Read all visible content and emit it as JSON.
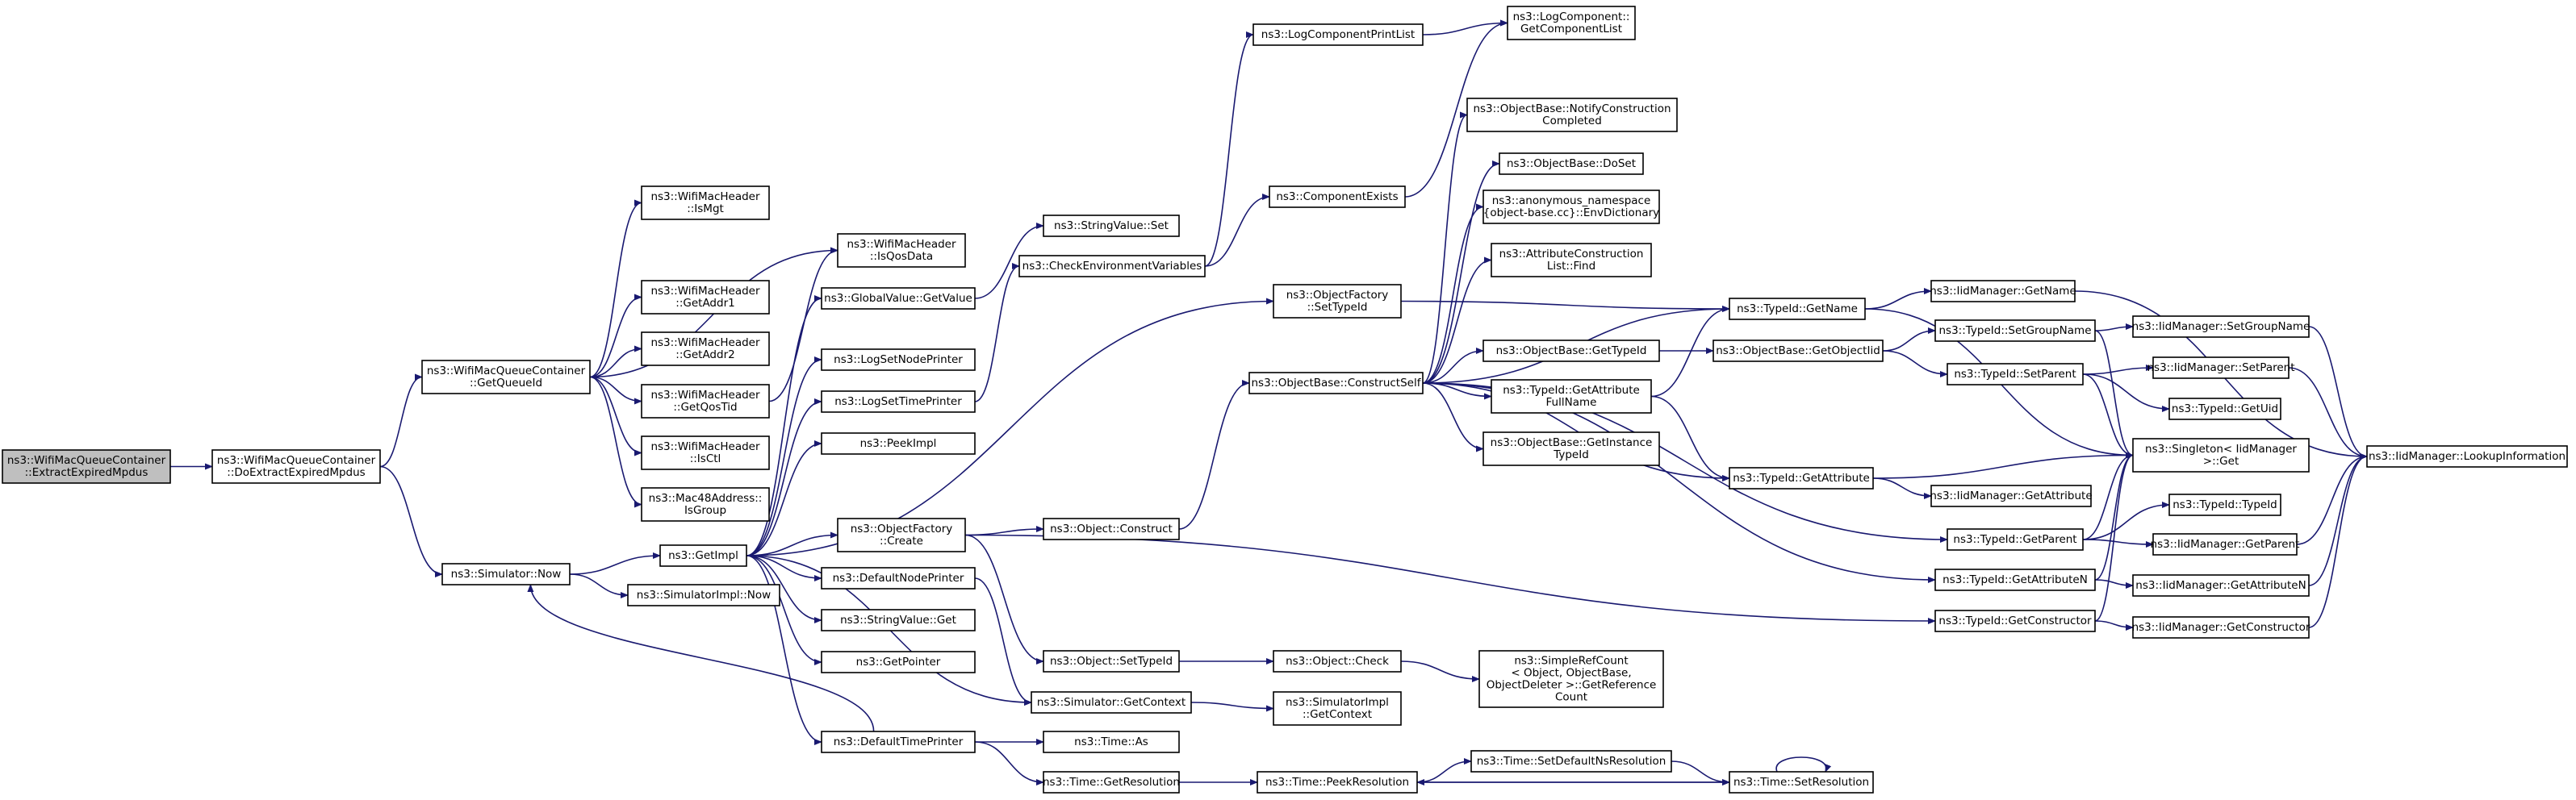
{
  "colors": {
    "edge": "#191970",
    "root_fill": "#bfbfbf",
    "node_fill": "#ffffff"
  },
  "nodes": [
    {
      "id": "n01",
      "lines": [
        "ns3::WifiMacQueueContainer",
        "::ExtractExpiredMpdus"
      ],
      "root": true
    },
    {
      "id": "n02",
      "lines": [
        "ns3::WifiMacQueueContainer",
        "::DoExtractExpiredMpdus"
      ]
    },
    {
      "id": "n03",
      "lines": [
        "ns3::WifiMacQueueContainer",
        "::GetQueueId"
      ]
    },
    {
      "id": "n04",
      "lines": [
        "ns3::Simulator::Now"
      ]
    },
    {
      "id": "n05",
      "lines": [
        "ns3::WifiMacHeader",
        "::IsMgt"
      ]
    },
    {
      "id": "n06",
      "lines": [
        "ns3::WifiMacHeader",
        "::IsQosData"
      ]
    },
    {
      "id": "n07",
      "lines": [
        "ns3::WifiMacHeader",
        "::GetAddr1"
      ]
    },
    {
      "id": "n08",
      "lines": [
        "ns3::WifiMacHeader",
        "::GetAddr2"
      ]
    },
    {
      "id": "n09",
      "lines": [
        "ns3::WifiMacHeader",
        "::GetQosTid"
      ]
    },
    {
      "id": "n10",
      "lines": [
        "ns3::WifiMacHeader",
        "::IsCtl"
      ]
    },
    {
      "id": "n11",
      "lines": [
        "ns3::Mac48Address::",
        "IsGroup"
      ]
    },
    {
      "id": "n12",
      "lines": [
        "ns3::GetImpl"
      ]
    },
    {
      "id": "n13",
      "lines": [
        "ns3::SimulatorImpl::Now"
      ]
    },
    {
      "id": "n14",
      "lines": [
        "ns3::GlobalValue::GetValue"
      ]
    },
    {
      "id": "n15",
      "lines": [
        "ns3::LogSetNodePrinter"
      ]
    },
    {
      "id": "n16",
      "lines": [
        "ns3::LogSetTimePrinter"
      ]
    },
    {
      "id": "n17",
      "lines": [
        "ns3::PeekImpl"
      ]
    },
    {
      "id": "n18",
      "lines": [
        "ns3::ObjectFactory",
        "::Create"
      ]
    },
    {
      "id": "n19",
      "lines": [
        "ns3::DefaultNodePrinter"
      ]
    },
    {
      "id": "n20",
      "lines": [
        "ns3::StringValue::Get"
      ]
    },
    {
      "id": "n21",
      "lines": [
        "ns3::GetPointer"
      ]
    },
    {
      "id": "n22",
      "lines": [
        "ns3::DefaultTimePrinter"
      ]
    },
    {
      "id": "n23",
      "lines": [
        "ns3::StringValue::Set"
      ]
    },
    {
      "id": "n24",
      "lines": [
        "ns3::CheckEnvironmentVariables"
      ]
    },
    {
      "id": "n25",
      "lines": [
        "ns3::Object::Construct"
      ]
    },
    {
      "id": "n26",
      "lines": [
        "ns3::Object::SetTypeId"
      ]
    },
    {
      "id": "n27",
      "lines": [
        "ns3::Simulator::GetContext"
      ]
    },
    {
      "id": "n28",
      "lines": [
        "ns3::Time::As"
      ]
    },
    {
      "id": "n29",
      "lines": [
        "ns3::Time::GetResolution"
      ]
    },
    {
      "id": "n30",
      "lines": [
        "ns3::LogComponentPrintList"
      ]
    },
    {
      "id": "n31",
      "lines": [
        "ns3::ComponentExists"
      ]
    },
    {
      "id": "n32",
      "lines": [
        "ns3::ObjectFactory",
        "::SetTypeId"
      ]
    },
    {
      "id": "n33",
      "lines": [
        "ns3::ObjectBase::ConstructSelf"
      ]
    },
    {
      "id": "n34",
      "lines": [
        "ns3::Object::Check"
      ]
    },
    {
      "id": "n35",
      "lines": [
        "ns3::SimulatorImpl",
        "::GetContext"
      ]
    },
    {
      "id": "n36",
      "lines": [
        "ns3::Time::PeekResolution"
      ]
    },
    {
      "id": "n37",
      "lines": [
        "ns3::LogComponent::",
        "GetComponentList"
      ]
    },
    {
      "id": "n38",
      "lines": [
        "ns3::ObjectBase::NotifyConstruction",
        "Completed"
      ]
    },
    {
      "id": "n39",
      "lines": [
        "ns3::ObjectBase::DoSet"
      ]
    },
    {
      "id": "n40",
      "lines": [
        "ns3::anonymous_namespace",
        "{object-base.cc}::EnvDictionary"
      ]
    },
    {
      "id": "n41",
      "lines": [
        "ns3::AttributeConstruction",
        "List::Find"
      ]
    },
    {
      "id": "n42",
      "lines": [
        "ns3::ObjectBase::GetTypeId"
      ]
    },
    {
      "id": "n43",
      "lines": [
        "ns3::TypeId::GetAttribute",
        "FullName"
      ]
    },
    {
      "id": "n44",
      "lines": [
        "ns3::ObjectBase::GetInstance",
        "TypeId"
      ]
    },
    {
      "id": "n45",
      "lines": [
        "ns3::SimpleRefCount",
        "< Object, ObjectBase,",
        "ObjectDeleter >::GetReference",
        "Count"
      ]
    },
    {
      "id": "n46",
      "lines": [
        "ns3::Time::SetDefaultNsResolution"
      ]
    },
    {
      "id": "n47",
      "lines": [
        "ns3::TypeId::GetName"
      ]
    },
    {
      "id": "n48",
      "lines": [
        "ns3::ObjectBase::GetObjectIid"
      ]
    },
    {
      "id": "n49",
      "lines": [
        "ns3::TypeId::GetAttribute"
      ]
    },
    {
      "id": "n50",
      "lines": [
        "ns3::Time::SetResolution"
      ]
    },
    {
      "id": "n51",
      "lines": [
        "ns3::IidManager::GetName"
      ]
    },
    {
      "id": "n52",
      "lines": [
        "ns3::TypeId::SetGroupName"
      ]
    },
    {
      "id": "n53",
      "lines": [
        "ns3::TypeId::SetParent"
      ]
    },
    {
      "id": "n54",
      "lines": [
        "ns3::IidManager::GetAttribute"
      ]
    },
    {
      "id": "n55",
      "lines": [
        "ns3::TypeId::GetParent"
      ]
    },
    {
      "id": "n56",
      "lines": [
        "ns3::TypeId::GetAttributeN"
      ]
    },
    {
      "id": "n57",
      "lines": [
        "ns3::TypeId::GetConstructor"
      ]
    },
    {
      "id": "n58",
      "lines": [
        "ns3::IidManager::SetGroupName"
      ]
    },
    {
      "id": "n59",
      "lines": [
        "ns3::IidManager::SetParent"
      ]
    },
    {
      "id": "n60",
      "lines": [
        "ns3::TypeId::GetUid"
      ]
    },
    {
      "id": "n61",
      "lines": [
        "ns3::Singleton< IidManager",
        ">::Get"
      ]
    },
    {
      "id": "n62",
      "lines": [
        "ns3::TypeId::TypeId"
      ]
    },
    {
      "id": "n63",
      "lines": [
        "ns3::IidManager::GetParent"
      ]
    },
    {
      "id": "n64",
      "lines": [
        "ns3::IidManager::GetAttributeN"
      ]
    },
    {
      "id": "n65",
      "lines": [
        "ns3::IidManager::GetConstructor"
      ]
    },
    {
      "id": "n66",
      "lines": [
        "ns3::IidManager::LookupInformation"
      ]
    }
  ],
  "edges": [
    [
      "n01",
      "n02"
    ],
    [
      "n02",
      "n03"
    ],
    [
      "n02",
      "n04"
    ],
    [
      "n03",
      "n05"
    ],
    [
      "n03",
      "n06"
    ],
    [
      "n03",
      "n07"
    ],
    [
      "n03",
      "n08"
    ],
    [
      "n03",
      "n09"
    ],
    [
      "n03",
      "n10"
    ],
    [
      "n03",
      "n11"
    ],
    [
      "n09",
      "n06"
    ],
    [
      "n04",
      "n12"
    ],
    [
      "n04",
      "n13"
    ],
    [
      "n12",
      "n14"
    ],
    [
      "n12",
      "n15"
    ],
    [
      "n12",
      "n16"
    ],
    [
      "n12",
      "n17"
    ],
    [
      "n12",
      "n18"
    ],
    [
      "n12",
      "n19"
    ],
    [
      "n12",
      "n20"
    ],
    [
      "n12",
      "n21"
    ],
    [
      "n12",
      "n22"
    ],
    [
      "n12",
      "n27"
    ],
    [
      "n12",
      "n32"
    ],
    [
      "n14",
      "n23"
    ],
    [
      "n16",
      "n24"
    ],
    [
      "n24",
      "n30"
    ],
    [
      "n24",
      "n31"
    ],
    [
      "n30",
      "n37"
    ],
    [
      "n31",
      "n37"
    ],
    [
      "n32",
      "n47"
    ],
    [
      "n18",
      "n25"
    ],
    [
      "n18",
      "n26"
    ],
    [
      "n18",
      "n57"
    ],
    [
      "n19",
      "n27"
    ],
    [
      "n22",
      "n04"
    ],
    [
      "n22",
      "n28"
    ],
    [
      "n22",
      "n29"
    ],
    [
      "n25",
      "n33"
    ],
    [
      "n26",
      "n34"
    ],
    [
      "n34",
      "n45"
    ],
    [
      "n27",
      "n35"
    ],
    [
      "n29",
      "n36"
    ],
    [
      "n36",
      "n46"
    ],
    [
      "n36",
      "n50"
    ],
    [
      "n46",
      "n50"
    ],
    [
      "n50",
      "n36"
    ],
    [
      "n50",
      "n50"
    ],
    [
      "n33",
      "n38"
    ],
    [
      "n33",
      "n39"
    ],
    [
      "n33",
      "n40"
    ],
    [
      "n33",
      "n41"
    ],
    [
      "n33",
      "n42"
    ],
    [
      "n33",
      "n43"
    ],
    [
      "n33",
      "n44"
    ],
    [
      "n33",
      "n47"
    ],
    [
      "n33",
      "n49"
    ],
    [
      "n33",
      "n55"
    ],
    [
      "n33",
      "n56"
    ],
    [
      "n42",
      "n48"
    ],
    [
      "n43",
      "n47"
    ],
    [
      "n43",
      "n49"
    ],
    [
      "n48",
      "n52"
    ],
    [
      "n48",
      "n53"
    ],
    [
      "n47",
      "n51"
    ],
    [
      "n47",
      "n61"
    ],
    [
      "n49",
      "n54"
    ],
    [
      "n49",
      "n61"
    ],
    [
      "n52",
      "n58"
    ],
    [
      "n52",
      "n61"
    ],
    [
      "n53",
      "n59"
    ],
    [
      "n53",
      "n60"
    ],
    [
      "n53",
      "n61"
    ],
    [
      "n55",
      "n62"
    ],
    [
      "n55",
      "n63"
    ],
    [
      "n55",
      "n61"
    ],
    [
      "n56",
      "n64"
    ],
    [
      "n56",
      "n61"
    ],
    [
      "n57",
      "n65"
    ],
    [
      "n57",
      "n61"
    ],
    [
      "n51",
      "n66"
    ],
    [
      "n58",
      "n66"
    ],
    [
      "n59",
      "n66"
    ],
    [
      "n63",
      "n66"
    ],
    [
      "n64",
      "n66"
    ],
    [
      "n65",
      "n66"
    ]
  ]
}
